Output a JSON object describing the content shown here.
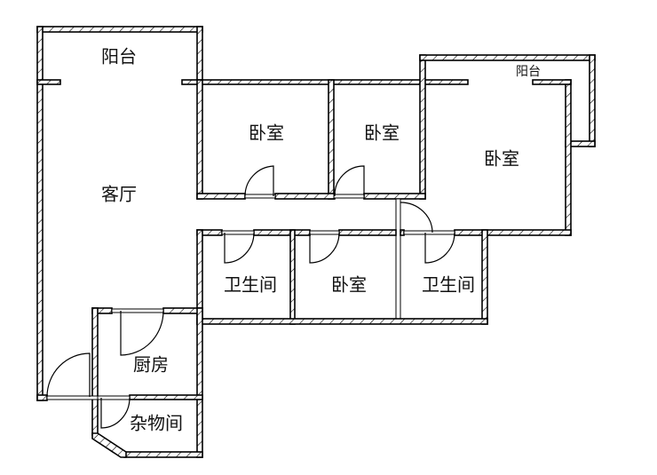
{
  "title": "Floor plan",
  "rooms": {
    "balcony_main": "阳台",
    "living_room": "客厅",
    "bedroom_1": "卧室",
    "bedroom_2": "卧室",
    "master_bedroom": "卧室",
    "balcony_master": "阳台",
    "bathroom_1": "卫生间",
    "bedroom_3": "卧室",
    "bathroom_2": "卫生间",
    "kitchen": "厨房",
    "storage": "杂物间"
  }
}
